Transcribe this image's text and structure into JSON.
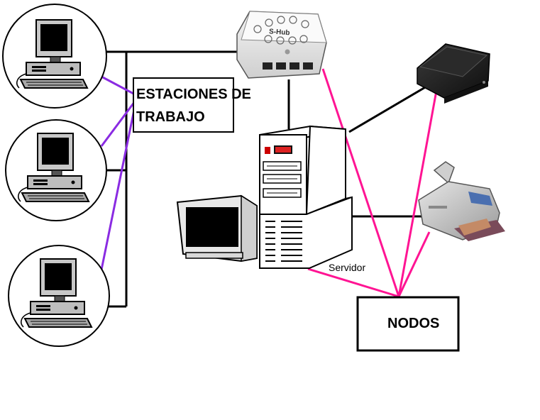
{
  "labels": {
    "workstations_line1": "ESTACIONES DE",
    "workstations_line2": "TRABAJO",
    "nodes": "NODOS",
    "server": "Servidor",
    "hub": "S-Hub"
  },
  "colors": {
    "background": "#ffffff",
    "backbone_line": "#000000",
    "workstation_link": "#8a2be2",
    "node_link": "#ff1493"
  },
  "icons": [
    "computer-icon",
    "computer-icon",
    "computer-icon",
    "hub-icon",
    "server-tower-icon",
    "crt-monitor-icon",
    "scanner-icon",
    "printer-icon"
  ]
}
